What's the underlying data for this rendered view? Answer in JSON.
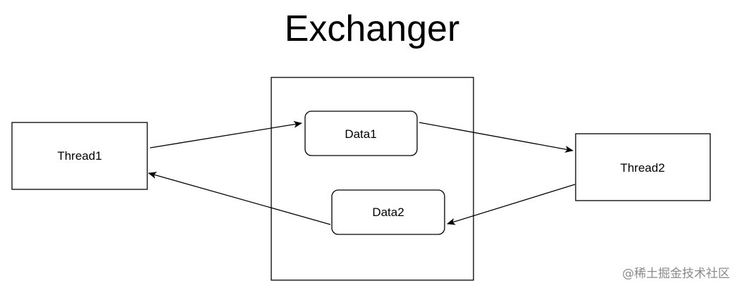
{
  "title": "Exchanger",
  "nodes": {
    "thread1": "Thread1",
    "thread2": "Thread2",
    "data1": "Data1",
    "data2": "Data2"
  },
  "edges": [
    {
      "from": "thread1",
      "to": "data1"
    },
    {
      "from": "data1",
      "to": "thread2"
    },
    {
      "from": "thread2",
      "to": "data2"
    },
    {
      "from": "data2",
      "to": "thread1"
    }
  ],
  "watermark": "@稀土掘金技术社区",
  "colors": {
    "stroke": "#000000",
    "background": "#ffffff",
    "watermark": "#8a8a8a"
  }
}
